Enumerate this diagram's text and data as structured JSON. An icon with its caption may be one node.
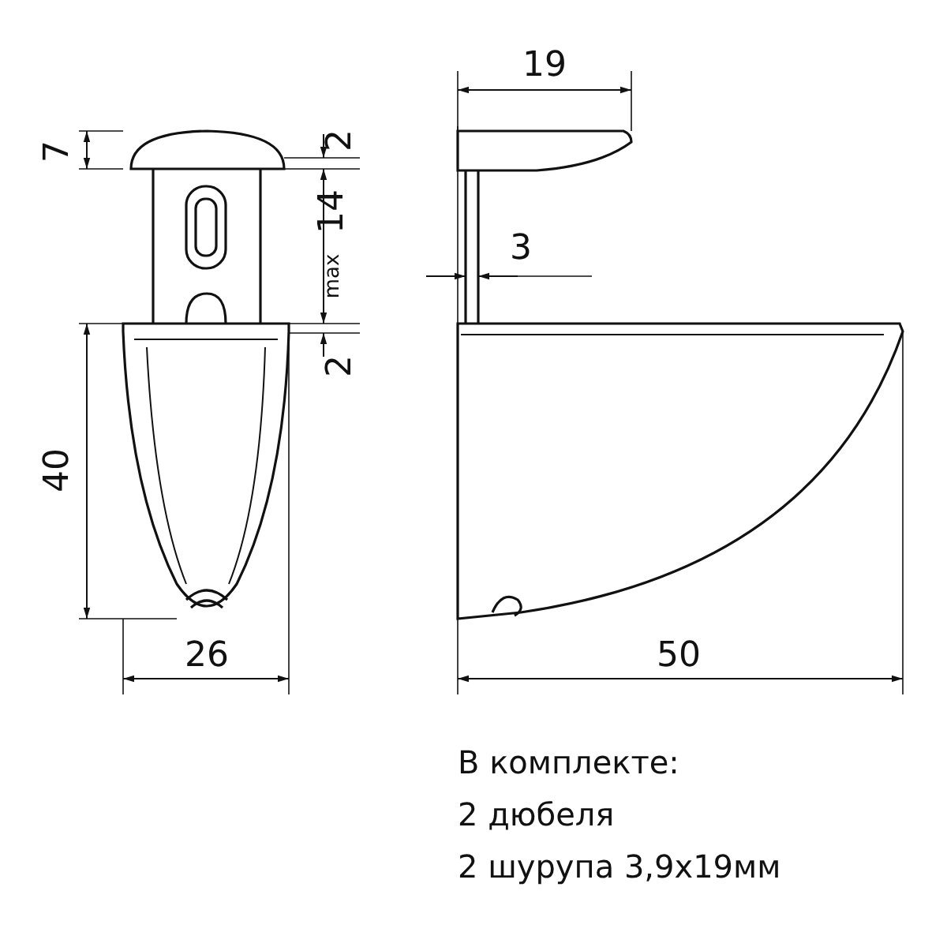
{
  "diagram": {
    "labels": [
      "19",
      "7",
      "2",
      "max",
      "14",
      "3",
      "2",
      "40",
      "26",
      "50",
      "В комплекте:",
      "2 дюбеля",
      "2 шурупа 3,9х19мм"
    ]
  }
}
